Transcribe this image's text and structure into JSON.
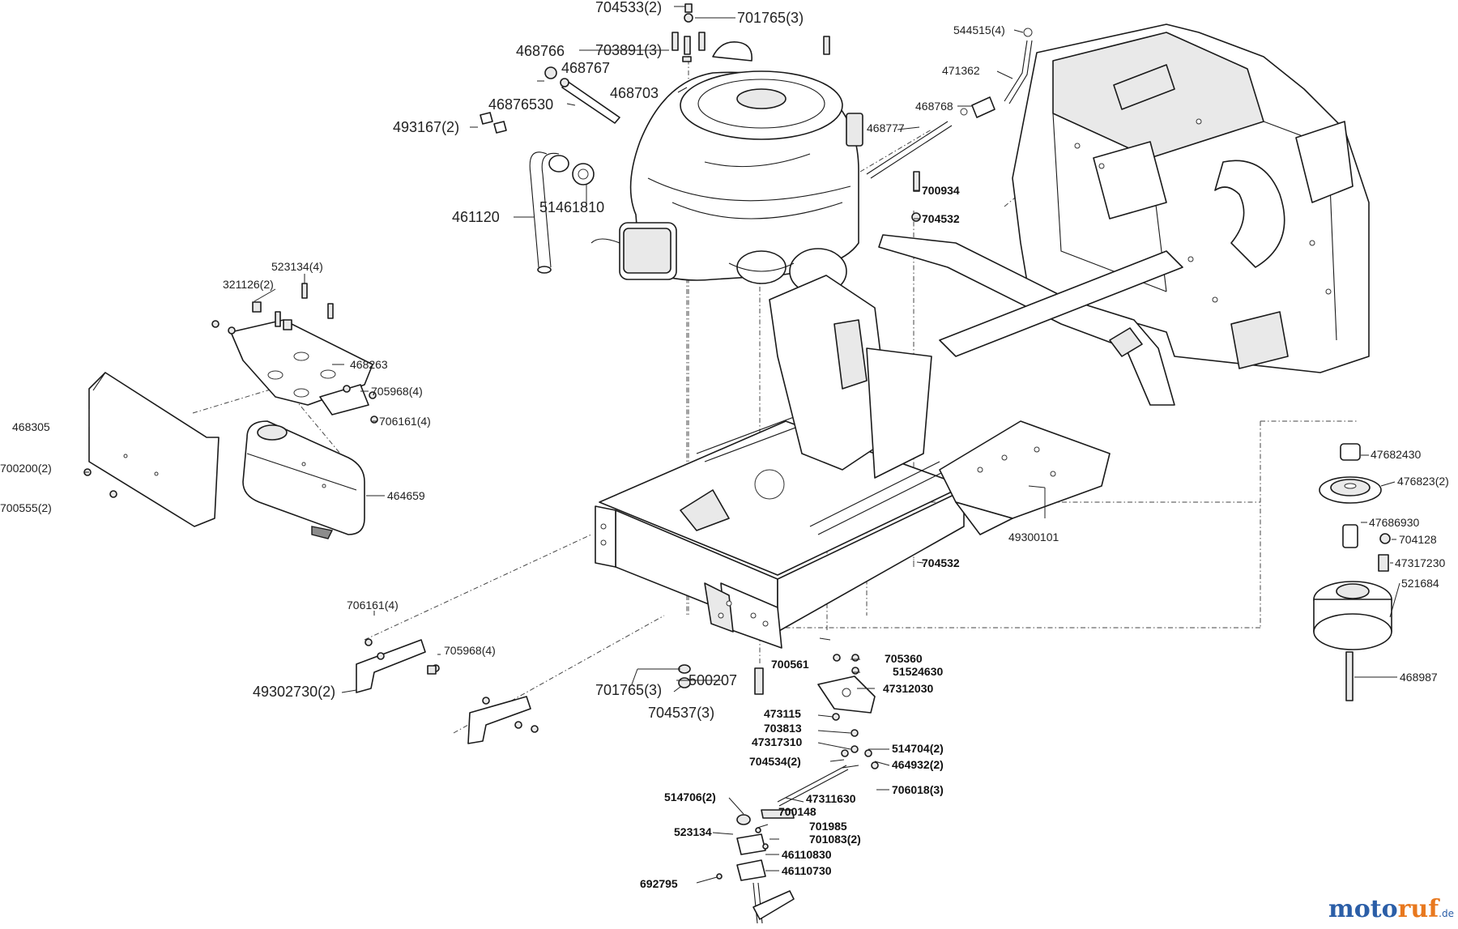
{
  "parts": {
    "p704533": "704533(2)",
    "p701765_top": "701765(3)",
    "p544515": "544515(4)",
    "p468766": "468766",
    "p703891": "703891(3)",
    "p468767": "468767",
    "p471362": "471362",
    "p468703": "468703",
    "p468768": "468768",
    "p46876530": "46876530",
    "p493167": "493167(2)",
    "p468777": "468777",
    "p700934": "700934",
    "p704532_top": "704532",
    "p461120": "461120",
    "p51461810": "51461810",
    "p523134_4": "523134(4)",
    "p321126": "321126(2)",
    "p468263": "468263",
    "p705968_top": "705968(4)",
    "p706161_top": "706161(4)",
    "p468305": "468305",
    "p700200": "700200(2)",
    "p700555": "700555(2)",
    "p464659": "464659",
    "p47682430": "47682430",
    "p476823": "476823(2)",
    "p47686930": "47686930",
    "p704128": "704128",
    "p47317230": "47317230",
    "p521684": "521684",
    "p468987": "468987",
    "p49300101": "49300101",
    "p704532_bot": "704532",
    "p706161_bot": "706161(4)",
    "p705968_bot": "705968(4)",
    "p49302730": "49302730(2)",
    "p701765_bot": "701765(3)",
    "p500207": "500207",
    "p704537": "704537(3)",
    "p700561": "700561",
    "p705360": "705360",
    "p51524630": "51524630",
    "p47312030": "47312030",
    "p473115": "473115",
    "p703813": "703813",
    "p47317310": "47317310",
    "p514704": "514704(2)",
    "p704534": "704534(2)",
    "p464932": "464932(2)",
    "p706018": "706018(3)",
    "p514706": "514706(2)",
    "p47311630": "47311630",
    "p700148": "700148",
    "p523134": "523134",
    "p701985": "701985",
    "p701083": "701083(2)",
    "p46110830": "46110830",
    "p46110730": "46110730",
    "p692795": "692795"
  },
  "watermark": {
    "part1": "moto",
    "part2": "ruf",
    "suffix": ".de"
  }
}
